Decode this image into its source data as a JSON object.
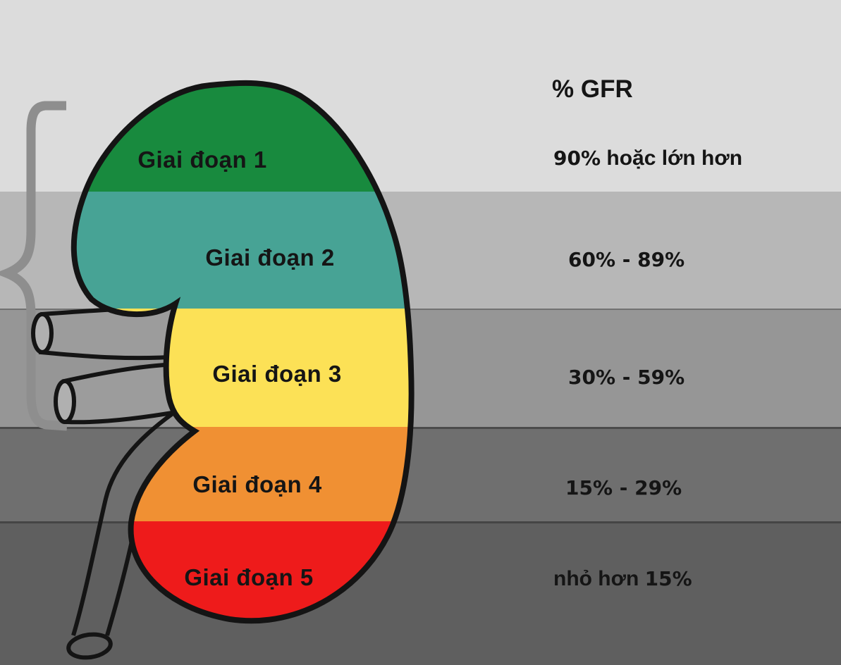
{
  "header": {
    "gfr_title": "% GFR"
  },
  "stages": [
    {
      "label": "Giai đoạn 1",
      "gfr_pre": "",
      "gfr_bold": "90%",
      "gfr_post": " hoặc lớn hơn"
    },
    {
      "label": "Giai đoạn 2",
      "gfr_pre": "",
      "gfr_bold": "60% - 89%",
      "gfr_post": ""
    },
    {
      "label": "Giai đoạn 3",
      "gfr_pre": "",
      "gfr_bold": "30% - 59%",
      "gfr_post": ""
    },
    {
      "label": "Giai đoạn 4",
      "gfr_pre": "",
      "gfr_bold": "15% - 29%",
      "gfr_post": ""
    },
    {
      "label": "Giai đoạn 5",
      "gfr_pre": "nhỏ hơn ",
      "gfr_bold": "15%",
      "gfr_post": ""
    }
  ],
  "colors": {
    "stage1": "#188a3e",
    "stage2": "#47a395",
    "stage3": "#fce156",
    "stage4": "#f09033",
    "stage5": "#ee1b1b",
    "bg1": "#dcdcdc",
    "bg2": "#b7b7b7",
    "bg3": "#969696",
    "bg4": "#6f6f6f",
    "bg5": "#5f5f5f",
    "outline": "#141414",
    "vessel": "#9c9c9c",
    "vesselEnd": "#b0b0b0",
    "brace": "#8e8e8e",
    "text": "#151515"
  }
}
